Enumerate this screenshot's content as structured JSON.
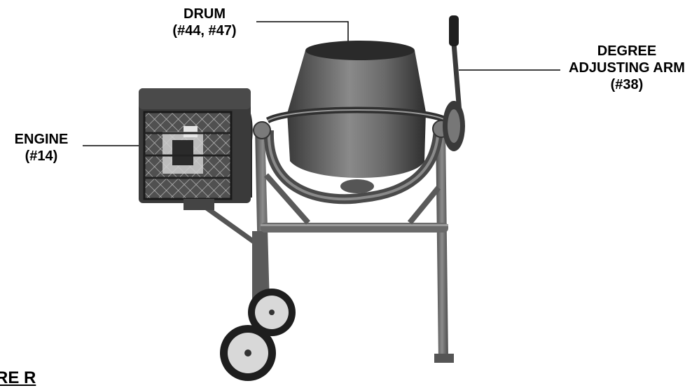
{
  "labels": {
    "drum": {
      "name": "DRUM",
      "parts": "(#44, #47)"
    },
    "engine": {
      "name": "ENGINE",
      "parts": "(#14)"
    },
    "arm": {
      "line1": "DEGREE",
      "line2": "ADJUSTING ARM",
      "parts": "(#38)"
    }
  },
  "caption": "RE R",
  "colors": {
    "ink": "#000000",
    "metal_dark": "#3a3a3a",
    "metal_mid": "#6e6e6e",
    "metal_light": "#9a9a9a",
    "tire": "#1e1e1e",
    "hub": "#d8d8d8"
  }
}
